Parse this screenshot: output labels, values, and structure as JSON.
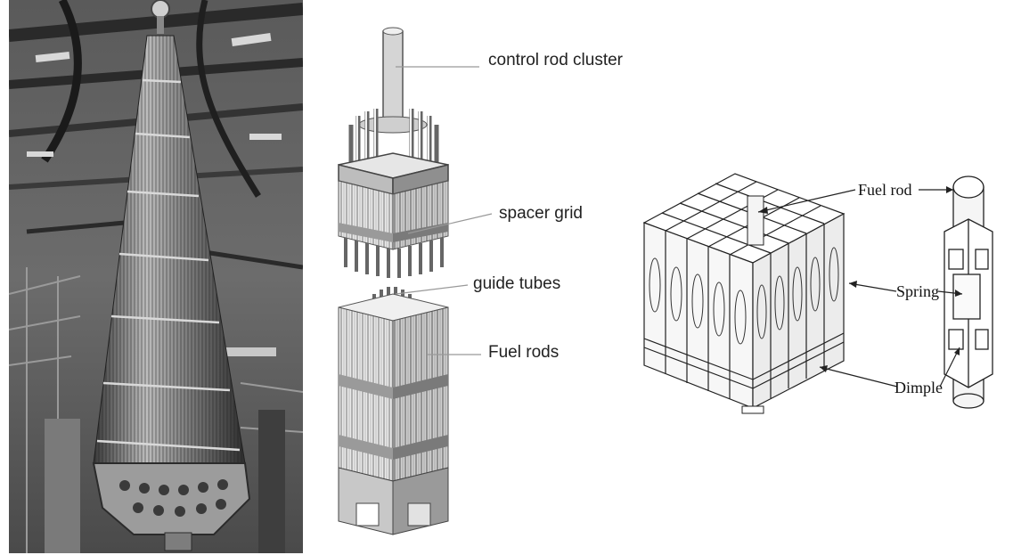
{
  "assembly_diagram": {
    "labels": {
      "control_rod_cluster": "control rod cluster",
      "spacer_grid": "spacer grid",
      "guide_tubes": "guide tubes",
      "fuel_rods": "Fuel rods"
    }
  },
  "spacer_grid_diagram": {
    "labels": {
      "fuel_rod": "Fuel rod",
      "spring": "Spring",
      "dimple": "Dimple"
    }
  },
  "colors": {
    "background": "#ffffff",
    "label_text": "#222222",
    "leader_line": "#999999"
  }
}
